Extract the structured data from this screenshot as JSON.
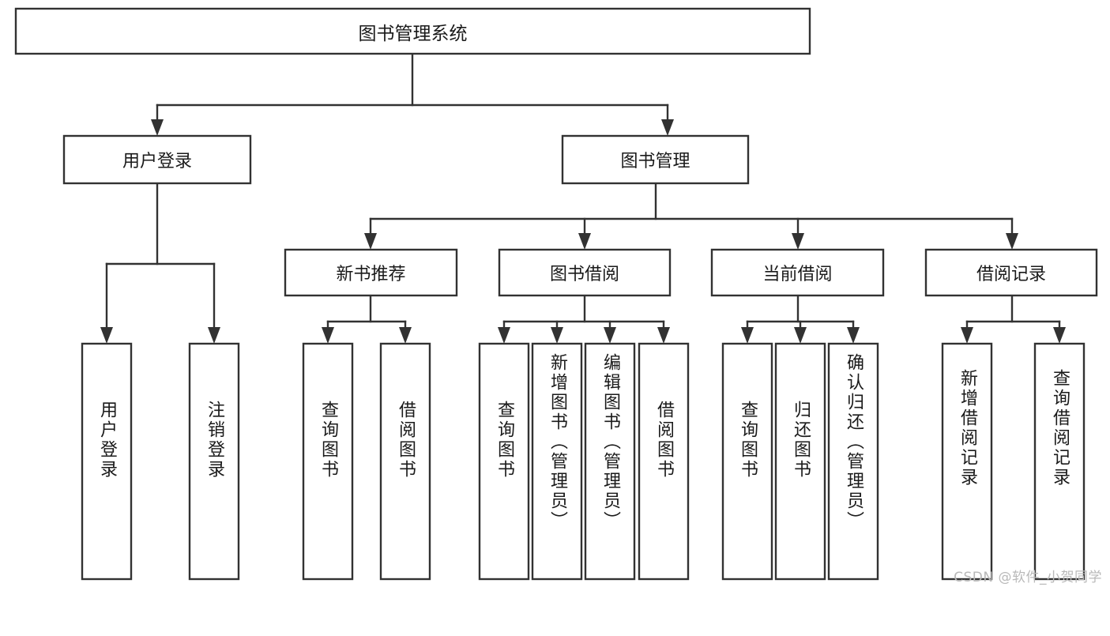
{
  "diagram": {
    "title": "图书管理系统",
    "type": "tree",
    "watermark": "CSDN @软件_小贺同学",
    "colors": {
      "box_stroke": "#323232",
      "box_fill": "#ffffff",
      "text": "#1a1a1a",
      "watermark": "#b9b9b9",
      "background": "#ffffff"
    },
    "root": {
      "label": "图书管理系统",
      "orientation": "horizontal"
    },
    "level2": [
      {
        "label": "用户登录",
        "orientation": "horizontal"
      },
      {
        "label": "图书管理",
        "orientation": "horizontal"
      }
    ],
    "level3": [
      {
        "label": "新书推荐",
        "orientation": "horizontal"
      },
      {
        "label": "图书借阅",
        "orientation": "horizontal"
      },
      {
        "label": "当前借阅",
        "orientation": "horizontal"
      },
      {
        "label": "借阅记录",
        "orientation": "horizontal"
      }
    ],
    "leaves_user_login": [
      {
        "label": "用户登录",
        "orientation": "vertical"
      },
      {
        "label": "注销登录",
        "orientation": "vertical"
      }
    ],
    "leaves_new_book": [
      {
        "label": "查询图书",
        "orientation": "vertical"
      },
      {
        "label": "借阅图书",
        "orientation": "vertical"
      }
    ],
    "leaves_borrow_book": [
      {
        "label": "查询图书",
        "orientation": "vertical"
      },
      {
        "label": "新增图书（管理员）",
        "orientation": "vertical"
      },
      {
        "label": "编辑图书（管理员）",
        "orientation": "vertical"
      },
      {
        "label": "借阅图书",
        "orientation": "vertical"
      }
    ],
    "leaves_current_borrow": [
      {
        "label": "查询图书",
        "orientation": "vertical"
      },
      {
        "label": "归还图书",
        "orientation": "vertical"
      },
      {
        "label": "确认归还（管理员）",
        "orientation": "vertical"
      }
    ],
    "leaves_borrow_record": [
      {
        "label": "新增借阅记录",
        "orientation": "vertical"
      },
      {
        "label": "查询借阅记录",
        "orientation": "vertical"
      }
    ]
  }
}
